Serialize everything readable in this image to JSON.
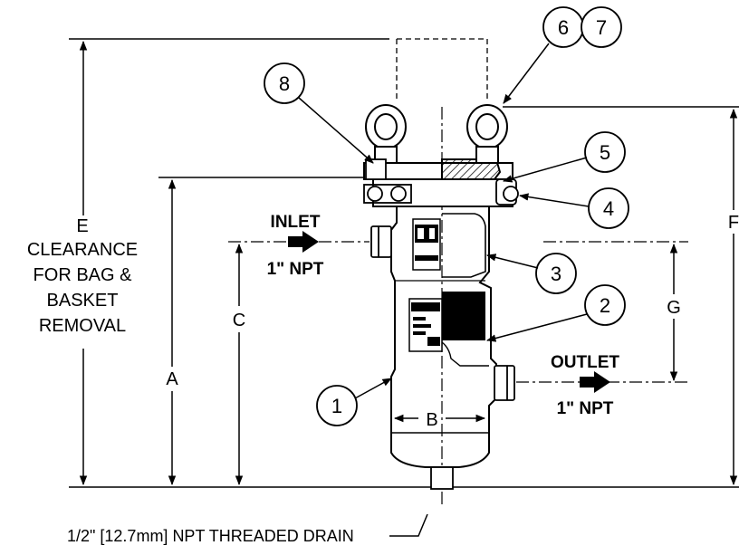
{
  "dimensions": {
    "e_label": [
      "E",
      "CLEARANCE",
      "FOR BAG &",
      "BASKET",
      "REMOVAL"
    ],
    "a_label": "A",
    "b_label": "B",
    "c_label": "C",
    "f_label": "F",
    "g_label": "G"
  },
  "inlet": {
    "label": "INLET",
    "size": "1\" NPT"
  },
  "outlet": {
    "label": "OUTLET",
    "size": "1\" NPT"
  },
  "drain_note": "1/2\" [12.7mm] NPT THREADED DRAIN",
  "callouts": [
    "1",
    "2",
    "3",
    "4",
    "5",
    "6",
    "7",
    "8"
  ]
}
